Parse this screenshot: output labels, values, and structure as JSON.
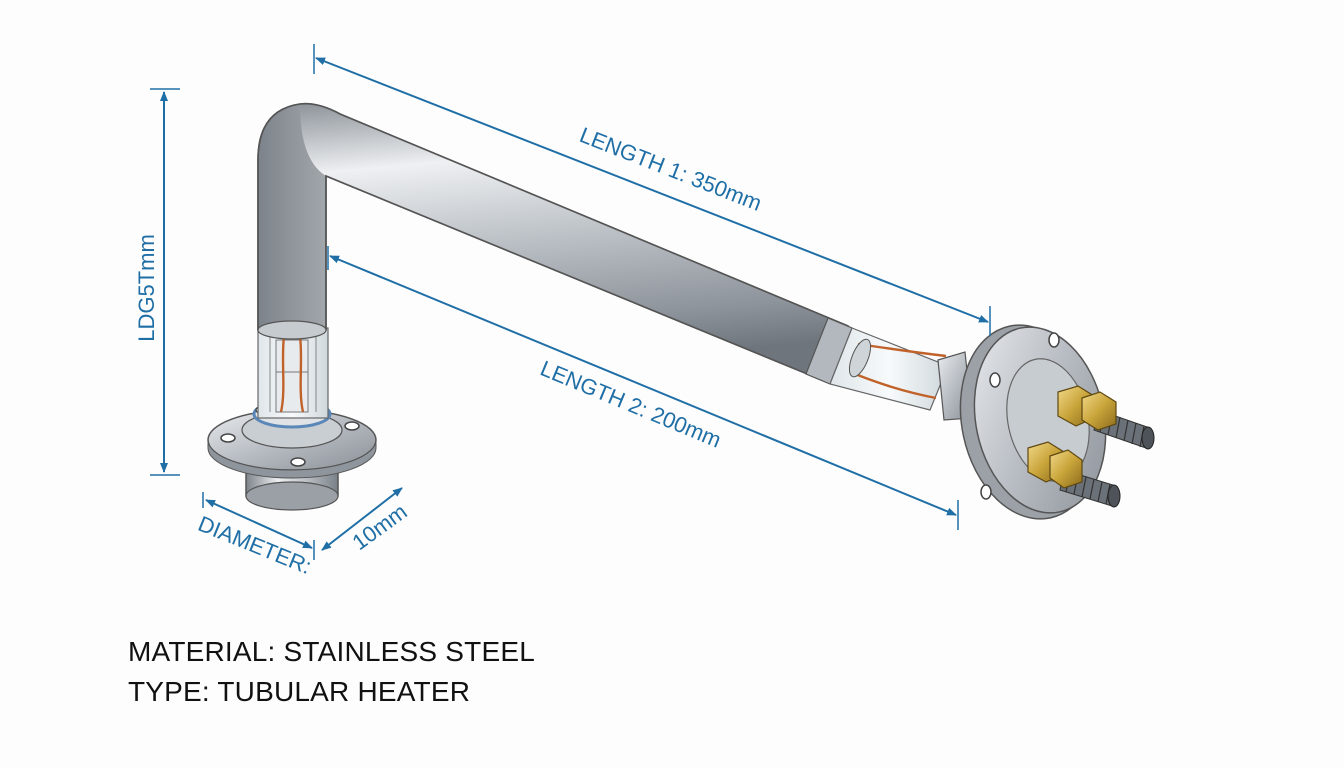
{
  "dimensions": {
    "length_1": "LENGTH 1: 350mm",
    "length_2": "LENGTH 2: 200mm",
    "vertical": "LDG5Tmm",
    "diameter_label": "DIAMETER:",
    "diameter_value": "10mm"
  },
  "specs": {
    "material": "MATERIAL: STAINLESS STEEL",
    "type": "TYPE: TUBULAR HEATER"
  },
  "colors": {
    "dimension_blue": "#1f6fa6",
    "steel": "#b9bec4",
    "copper_wire": "#c0622a",
    "brass_nut": "#c9a43a",
    "text": "#111111"
  }
}
